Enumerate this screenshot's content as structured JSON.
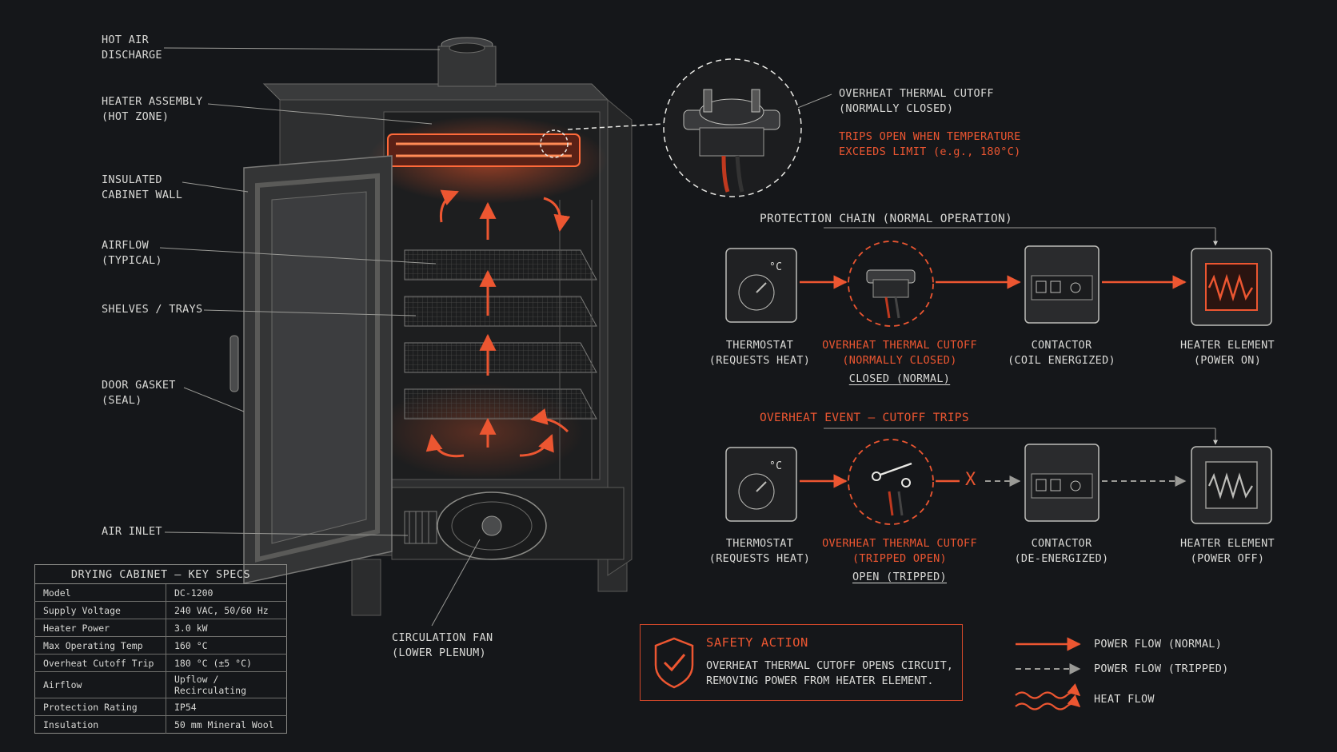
{
  "colors": {
    "accent": "#ec5631",
    "background": "#15171a",
    "text": "#d9d9d6",
    "line": "#9a9a96"
  },
  "cabinet_labels": {
    "hot_air": "HOT AIR\nDISCHARGE",
    "heater_assembly": "HEATER ASSEMBLY\n(HOT ZONE)",
    "insulated_wall": "INSULATED\nCABINET WALL",
    "airflow": "AIRFLOW\n(TYPICAL)",
    "shelves": "SHELVES / TRAYS",
    "door_gasket": "DOOR GASKET\n(SEAL)",
    "air_inlet": "AIR INLET",
    "circulation_fan": "CIRCULATION FAN\n(LOWER PLENUM)"
  },
  "cutoff_callout": {
    "title": "OVERHEAT THERMAL CUTOFF\n(NORMALLY CLOSED)",
    "note": "TRIPS OPEN WHEN TEMPERATURE\nEXCEEDS LIMIT (e.g., 180°C)"
  },
  "normal_chain": {
    "title": "PROTECTION CHAIN (NORMAL OPERATION)",
    "thermostat": "THERMOSTAT\n(REQUESTS HEAT)",
    "cutoff": "OVERHEAT THERMAL CUTOFF\n(NORMALLY CLOSED)",
    "cutoff_state": "CLOSED (NORMAL)",
    "contactor": "CONTACTOR\n(COIL ENERGIZED)",
    "heater": "HEATER ELEMENT\n(POWER ON)"
  },
  "overheat_chain": {
    "title": "OVERHEAT EVENT — CUTOFF TRIPS",
    "thermostat": "THERMOSTAT\n(REQUESTS HEAT)",
    "cutoff": "OVERHEAT THERMAL CUTOFF\n(TRIPPED OPEN)",
    "cutoff_state": "OPEN (TRIPPED)",
    "break_mark": "X",
    "contactor": "CONTACTOR\n(DE-ENERGIZED)",
    "heater": "HEATER ELEMENT\n(POWER OFF)"
  },
  "thermostat_unit": "°C",
  "specs": {
    "title": "DRYING CABINET — KEY SPECS",
    "rows": [
      {
        "label": "Model",
        "value": "DC-1200"
      },
      {
        "label": "Supply Voltage",
        "value": "240 VAC, 50/60 Hz"
      },
      {
        "label": "Heater Power",
        "value": "3.0 kW"
      },
      {
        "label": "Max Operating Temp",
        "value": "160 °C"
      },
      {
        "label": "Overheat Cutoff Trip",
        "value": "180 °C (±5 °C)"
      },
      {
        "label": "Airflow",
        "value": "Upflow / Recirculating"
      },
      {
        "label": "Protection Rating",
        "value": "IP54"
      },
      {
        "label": "Insulation",
        "value": "50 mm Mineral Wool"
      }
    ]
  },
  "safety": {
    "title": "SAFETY ACTION",
    "text": "OVERHEAT THERMAL CUTOFF OPENS CIRCUIT,\nREMOVING POWER FROM HEATER ELEMENT."
  },
  "legend": {
    "normal": "POWER FLOW (NORMAL)",
    "tripped": "POWER FLOW (TRIPPED)",
    "heat": "HEAT FLOW"
  }
}
